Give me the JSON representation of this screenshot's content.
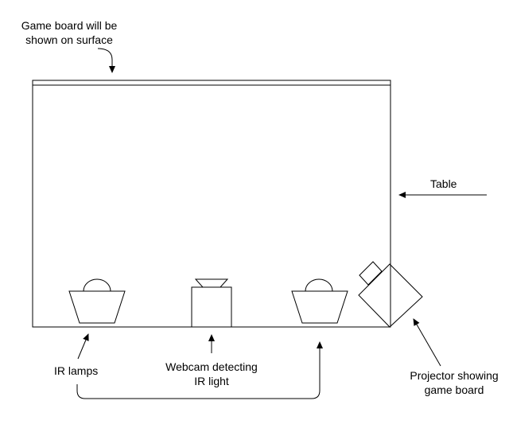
{
  "labels": {
    "surface_line1": "Game board will be",
    "surface_line2": "shown on surface",
    "table": "Table",
    "ir_lamps": "IR lamps",
    "webcam_line1": "Webcam detecting",
    "webcam_line2": "IR light",
    "projector_line1": "Projector showing",
    "projector_line2": "game board"
  },
  "colors": {
    "stroke": "#000000",
    "background": "#ffffff"
  }
}
